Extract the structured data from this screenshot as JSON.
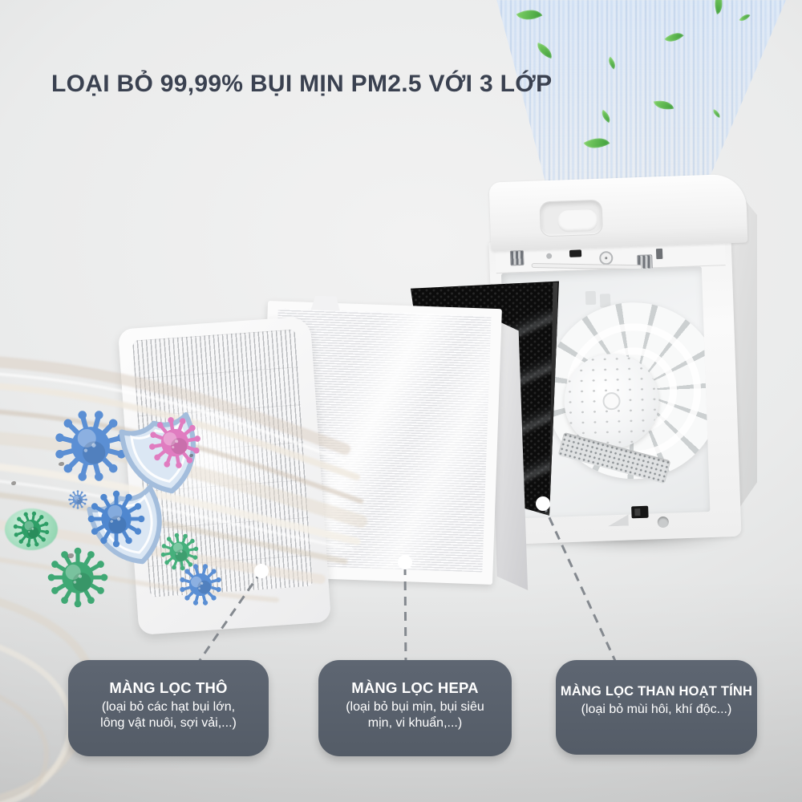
{
  "headline": {
    "text": "LOẠI BỎ 99,99% BỤI MỊN PM2.5 VỚI 3 LỚP"
  },
  "labels": [
    {
      "name": "MÀNG LỌC THÔ",
      "desc": [
        "(loại bỏ các hạt bụi lớn,",
        "lông vật nuôi, sợi vải,...)"
      ]
    },
    {
      "name": "MÀNG LỌC HEPA",
      "desc": [
        "(loại bỏ bụi mịn, bụi siêu",
        "mịn, vi khuẩn,...)"
      ]
    },
    {
      "name": "MÀNG LỌC THAN HOẠT TÍNH",
      "desc": [
        "(loại bỏ mùi hôi, khí độc...)",
        ""
      ]
    }
  ],
  "colors": {
    "headline_text": "#3a4150",
    "label_box": "#59616c",
    "label_text": "#ffffff",
    "leaf_green": "#5cb449",
    "beam_blue": "#bcd2ef",
    "virus_blue": "#5b8fd4",
    "virus_green": "#3fa874",
    "virus_pink": "#e07cc0",
    "shield_blue": "#dbe7f4",
    "carbon_black": "#0c0c0c",
    "connector_gray": "#84898f"
  }
}
